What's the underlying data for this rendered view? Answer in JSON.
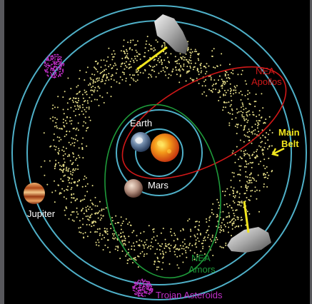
{
  "labels": {
    "earth": "Earth",
    "mars": "Mars",
    "jupiter": "Jupiter",
    "nea_apollos_line1": "NEA",
    "nea_apollos_line2": "Apollos",
    "main_belt_line1": "Main",
    "main_belt_line2": "Belt",
    "nea_amors_line1": "NEA",
    "nea_amors_line2": "Amors",
    "trojan": "Trojan Asteroids"
  },
  "colors": {
    "background": "#000000",
    "orbit": "#4fb0c8",
    "belt_dots": "#e8e08a",
    "apollos": "#d01818",
    "amors": "#1e9a3a",
    "trojans": "#c030c8",
    "leader_line": "#f2e61e",
    "main_belt_label": "#f2e61e"
  },
  "icons": [
    "sun-icon",
    "earth-icon",
    "mars-icon",
    "jupiter-icon",
    "asteroid-icon",
    "arrow-icon"
  ]
}
